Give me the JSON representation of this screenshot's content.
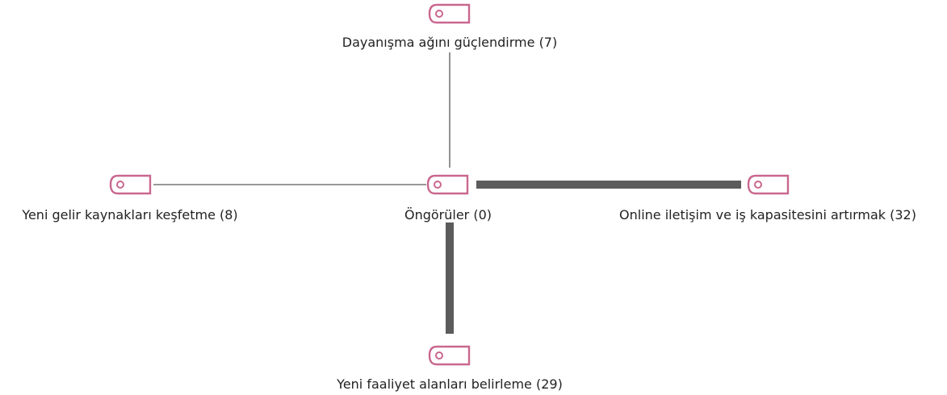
{
  "diagram": {
    "type": "node-link",
    "colors": {
      "tag_icon": "#c9678f",
      "thin_edge": "#777777",
      "thick_edge": "#5c5c5c",
      "label_text": "#222222"
    },
    "center": {
      "id": "center",
      "label": "Öngörüler (0)",
      "icon": "tag-icon"
    },
    "nodes": [
      {
        "id": "top",
        "label": "Dayanışma ağını güçlendirme (7)",
        "icon": "tag-icon",
        "weight": 7
      },
      {
        "id": "left",
        "label": "Yeni gelir kaynakları keşfetme (8)",
        "icon": "tag-icon",
        "weight": 8
      },
      {
        "id": "right",
        "label": "Online iletişim ve iş kapasitesini artırmak (32)",
        "icon": "tag-icon",
        "weight": 32
      },
      {
        "id": "bottom",
        "label": "Yeni faaliyet alanları belirleme (29)",
        "icon": "tag-icon",
        "weight": 29
      }
    ]
  }
}
